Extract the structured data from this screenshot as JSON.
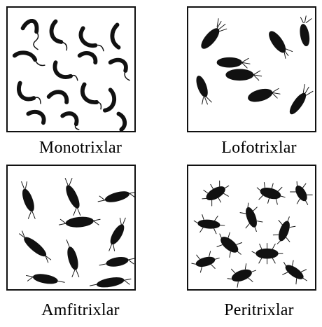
{
  "panels": [
    {
      "id": "monotrixlar",
      "caption": "Monotrixlar",
      "flagella_pattern": "single polar flagellum"
    },
    {
      "id": "lofotrixlar",
      "caption": "Lofotrixlar",
      "flagella_pattern": "tuft at one pole"
    },
    {
      "id": "amfitrixlar",
      "caption": "Amfitrixlar",
      "flagella_pattern": "flagella at both poles"
    },
    {
      "id": "peritrixlar",
      "caption": "Peritrixlar",
      "flagella_pattern": "flagella all around"
    }
  ],
  "colors": {
    "cell": "#111111",
    "border": "#111111",
    "background": "#ffffff"
  }
}
